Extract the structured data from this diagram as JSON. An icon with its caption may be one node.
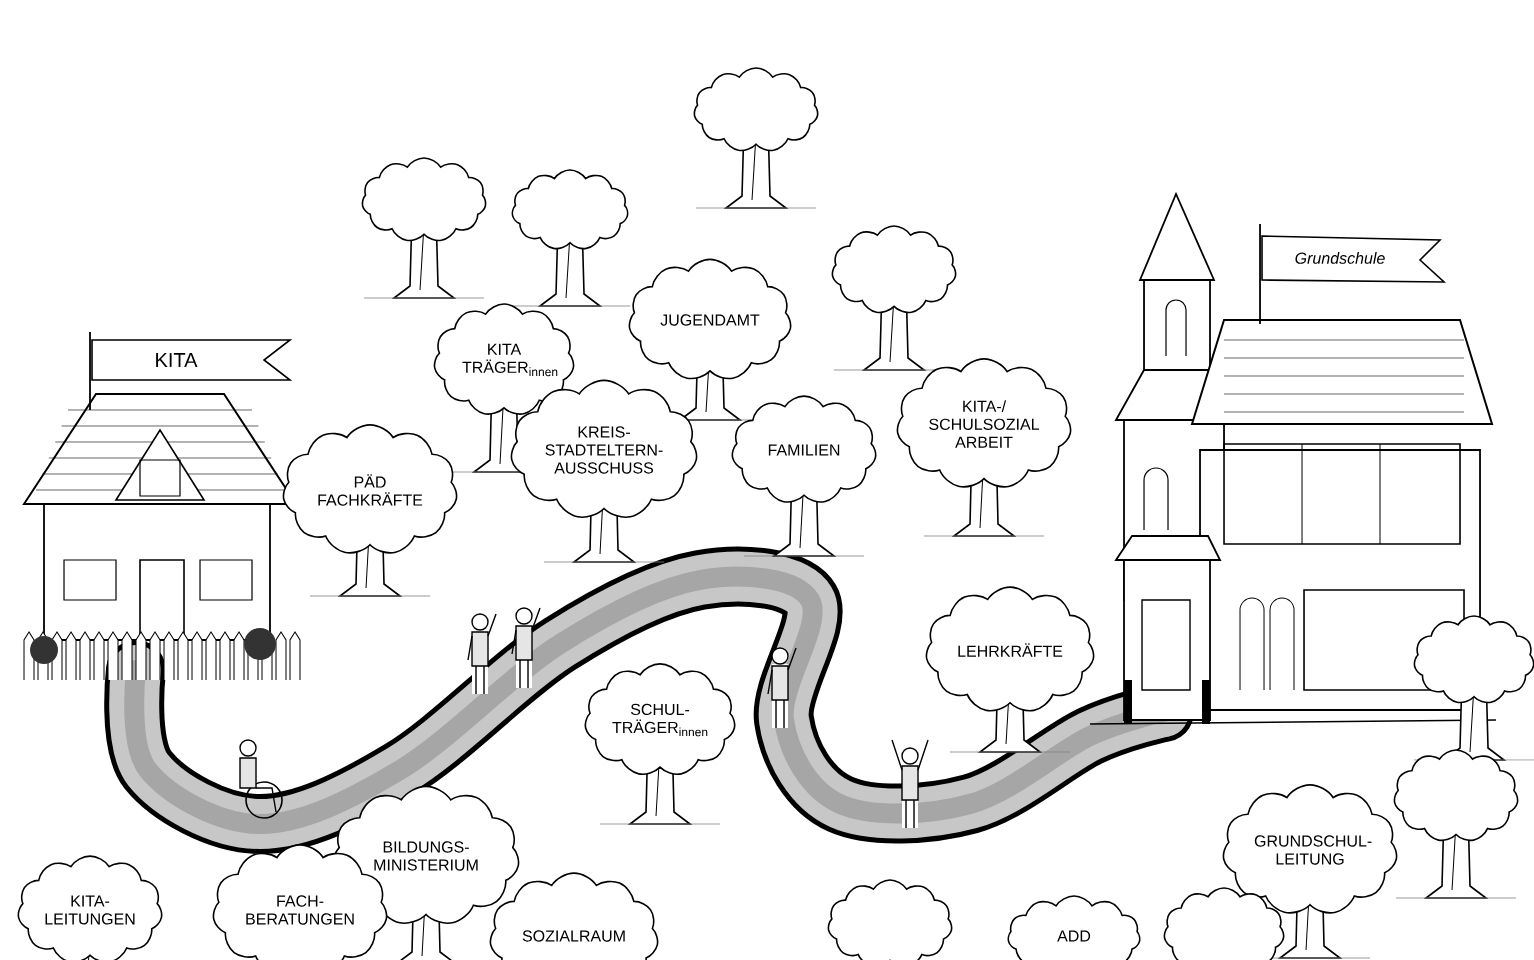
{
  "diagram": {
    "nodes": [
      {
        "text": [
          "KITA"
        ]
      },
      {
        "text": [
          "Grundschule"
        ]
      },
      {
        "text": [],
        "shape": "picture"
      },
      {
        "text": [],
        "shape": "picture"
      },
      {
        "text": [],
        "shape": "picture"
      },
      {
        "text": [],
        "shape": "picture"
      },
      {
        "text": [
          "JUGENDAMT"
        ]
      },
      {
        "text": [
          "KITA TRÄGER$_{innen}$"
        ]
      },
      {
        "text": [
          "KITA-/ SCHULSOZIAL ARBEIT"
        ]
      },
      {
        "text": [
          "KREIS- STADTELTERN- AUSSCHUSS"
        ]
      },
      {
        "text": [
          "FAMILIEN"
        ]
      },
      {
        "text": [
          "PÄD FACHKRÄFTE"
        ]
      },
      {
        "text": [
          "LEHRKRÄFTE"
        ]
      },
      {
        "text": [],
        "shape": "picture"
      },
      {
        "text": [
          "SCHUL- TRÄGER$_{innen}$"
        ]
      },
      {
        "text": [],
        "shape": "picture"
      },
      {
        "text": [
          "GRUNDSCHUL- LEITUNG"
        ]
      },
      {
        "text": [
          "BILDUNGS- MINISTERIUM"
        ]
      },
      {
        "text": [
          "KITA- LEITUNGEN"
        ]
      },
      {
        "text": [
          "FACH- BERATUNGEN"
        ]
      },
      {
        "text": [],
        "shape": "picture"
      },
      {
        "text": [
          "SOZIALRAUM"
        ]
      },
      {
        "text": [
          "ADD"
        ]
      },
      {
        "text": [],
        "shape": "picture"
      }
    ]
  }
}
